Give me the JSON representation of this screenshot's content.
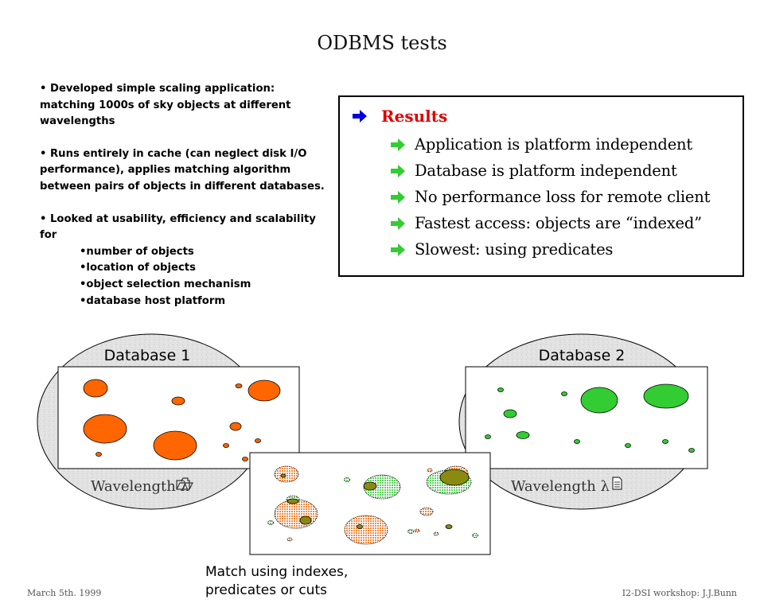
{
  "slide": {
    "title": "ODBMS tests",
    "bullets": [
      {
        "text": "• Developed simple scaling application: matching 1000s of sky objects at different wavelengths"
      },
      {
        "text": "• Runs entirely in cache (can neglect disk I/O performance), applies matching algorithm between pairs of objects in different databases."
      },
      {
        "text": "• Looked at usability, efficiency and scalability for"
      }
    ],
    "sub_bullets": [
      "•number of objects",
      "•location of objects",
      "•object selection mechanism",
      "•database host platform"
    ],
    "results": {
      "heading": "Results",
      "heading_icon": "blue-arrow-icon",
      "item_icon": "green-arrow-icon",
      "items": [
        "Application is platform independent",
        "Database is platform independent",
        "No performance loss for remote client",
        "Fastest access: objects are “indexed”",
        "Slowest: using predicates"
      ]
    },
    "diagram": {
      "db1": {
        "label": "Database 1",
        "wavelength_label": "Wavelength λ",
        "icon": "folder-icon",
        "color": "#ff6600"
      },
      "db2": {
        "label": "Database 2",
        "wavelength_label": "Wavelength λ",
        "icon": "document-icon",
        "color": "#33cc33"
      },
      "match_caption_line1": "Match using indexes,",
      "match_caption_line2": "predicates or cuts",
      "overlap_color": "#8a8a10"
    },
    "footer": {
      "left": "March 5th. 1999",
      "right": "I2-DSI workshop: J.J.Bunn"
    },
    "colors": {
      "results_heading": "#e00000",
      "heading_arrow": "#0000dd",
      "item_arrow": "#33cc33"
    }
  }
}
